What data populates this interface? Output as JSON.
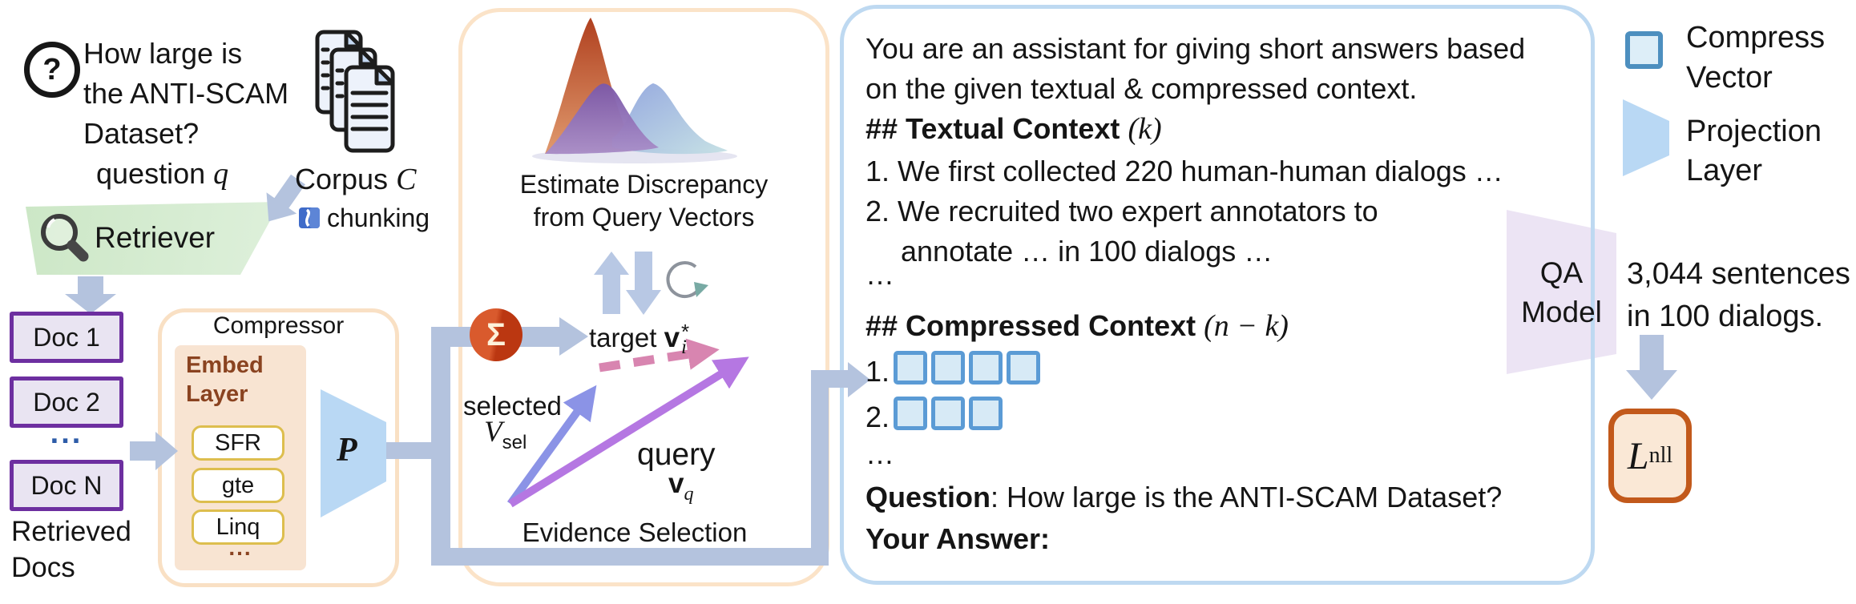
{
  "question": {
    "lines": [
      "How large is",
      "the ANTI-SCAM",
      "Dataset?"
    ],
    "caption_label": "question",
    "caption_var": "q"
  },
  "corpus": {
    "label": "Corpus",
    "var": "C",
    "chunking_label": "chunking"
  },
  "retriever": {
    "label": "Retriever"
  },
  "retrieved": {
    "items": [
      "Doc 1",
      "Doc 2",
      "Doc N"
    ],
    "dots": "...",
    "caption": [
      "Retrieved",
      "Docs"
    ]
  },
  "compressor": {
    "title": "Compressor",
    "embed_title": [
      "Embed",
      "Layer"
    ],
    "models": [
      "SFR",
      "gte",
      "Linq"
    ],
    "dots": "...",
    "projection_var": "P"
  },
  "middle": {
    "caption": [
      "Estimate Discrepancy",
      "from Query Vectors"
    ],
    "sigma": "Σ",
    "target_label": "target",
    "target_var": "v",
    "target_sup": "*",
    "target_sub": "i",
    "selected_label": "selected",
    "selected_var": "V",
    "selected_sub": "sel",
    "query_label": "query",
    "query_var": "v",
    "query_sub": "q",
    "evidence_label": "Evidence Selection"
  },
  "prompt": {
    "line1": "You are an assistant for giving short answers based",
    "line2": "on the given textual & compressed context.",
    "textual_header": "## Textual Context",
    "textual_math": "(k)",
    "item1": "1. We first collected 220 human-human dialogs …",
    "item2": "2. We recruited two expert annotators to",
    "item2_cont": "annotate … in 100 dialogs …",
    "ellipsis1": "…",
    "compressed_header": "## Compressed Context",
    "compressed_math": "(n − k)",
    "row1_label": "1.",
    "row1_squares": 4,
    "row2_label": "2.",
    "row2_squares": 3,
    "ellipsis2": "…",
    "question_label": "Question",
    "question_rest": ": How large is the ANTI-SCAM Dataset?",
    "answer_label": "Your Answer:"
  },
  "qa_model": {
    "lines": [
      "QA",
      "Model"
    ]
  },
  "legend": {
    "compress": [
      "Compress",
      "Vector"
    ],
    "projection": [
      "Projection",
      "Layer"
    ]
  },
  "output": {
    "answer": [
      "3,044 sentences",
      "in 100 dialogs."
    ],
    "loss_var": "L",
    "loss_sub": "nll"
  },
  "colors": {
    "connector": "#b4c3de",
    "panel_border": "#fbe3c8",
    "prompt_border": "#bed9f1",
    "doc_border": "#6d2fa0",
    "sigma_red": "#c2441d",
    "compress_square_border": "#5b9bd5",
    "compress_square_fill": "#d7eaf6",
    "gold_border": "#ddbe4e",
    "retriever_green": "#cce7c6",
    "selected_arrow": "#8b93e6",
    "query_arrow": "#b577e2",
    "target_dashed_arrow": "#d885b0",
    "qa_trapezoid": "#ece4f4",
    "projection_blue": "#b9d8f4",
    "loss_border": "#c2591b"
  }
}
